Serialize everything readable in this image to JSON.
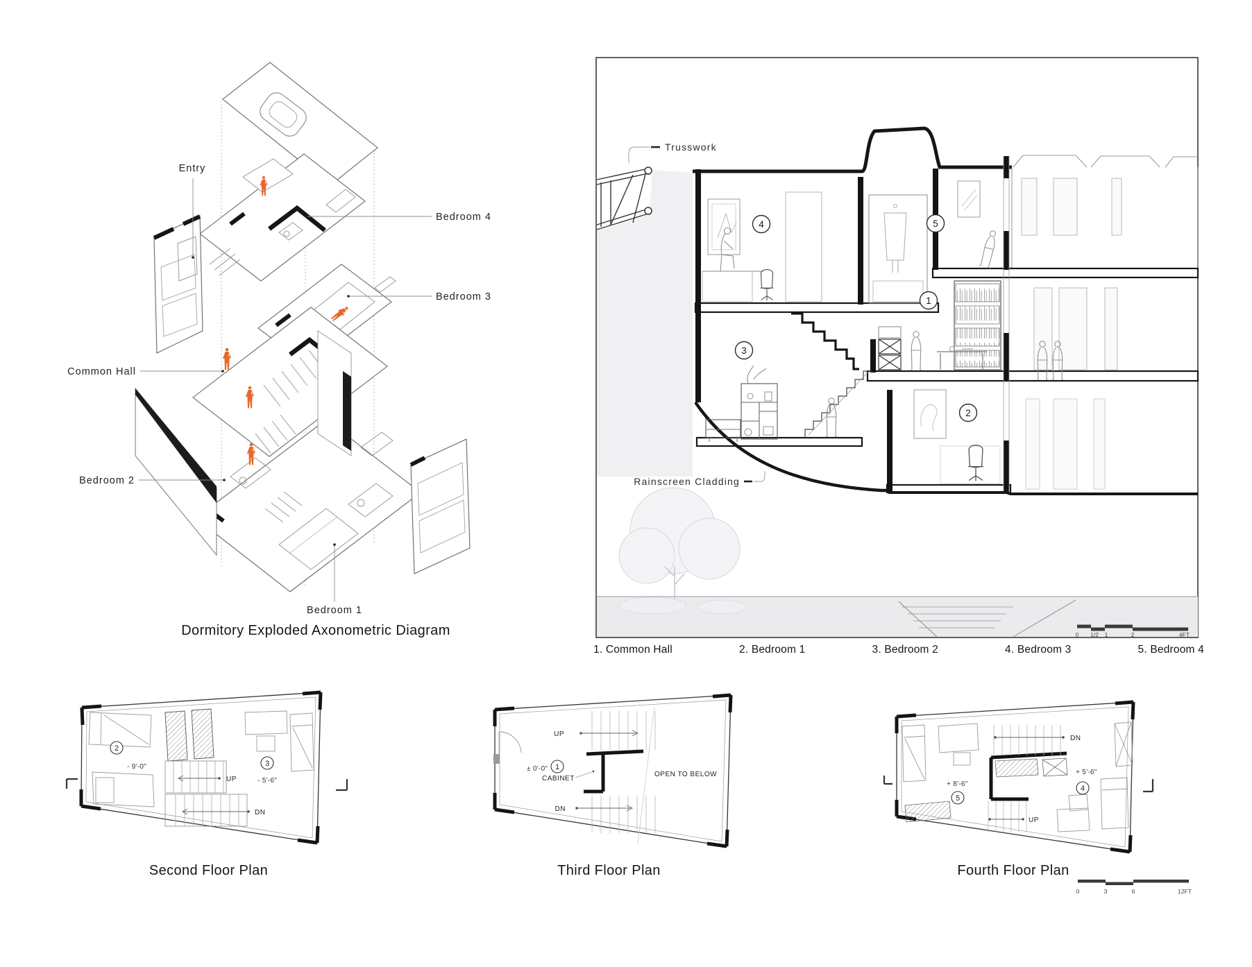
{
  "colors": {
    "accent": "#E7682B",
    "ink": "#1a1a1a",
    "light_fill": "#f0f0f2"
  },
  "axon": {
    "title": "Dormitory Exploded Axonometric Diagram",
    "labels": {
      "entry": "Entry",
      "bedroom4": "Bedroom 4",
      "bedroom3": "Bedroom 3",
      "common_hall": "Common Hall",
      "bedroom2": "Bedroom 2",
      "bedroom1": "Bedroom 1"
    }
  },
  "section": {
    "callouts": {
      "trusswork": "Trusswork",
      "rainscreen": "Rainscreen Cladding"
    },
    "rooms": {
      "r1": "1",
      "r2": "2",
      "r3": "3",
      "r4": "4",
      "r5": "5"
    },
    "scalebar": {
      "t0": "0",
      "t1": "1/2",
      "t2": "1",
      "t3": "2",
      "t4": "4FT"
    },
    "legend": {
      "i1": "1. Common Hall",
      "i2": "2. Bedroom 1",
      "i3": "3. Bedroom 2",
      "i4": "4. Bedroom 3",
      "i5": "5. Bedroom 4"
    }
  },
  "plans": {
    "second": {
      "title": "Second Floor Plan",
      "room2": "2",
      "lvl2": "- 9'-0\"",
      "room3": "3",
      "lvl3": "- 5'-6\"",
      "up": "UP",
      "dn": "DN"
    },
    "third": {
      "title": "Third Floor Plan",
      "up": "UP",
      "lvl": "± 0'-0\"",
      "room1": "1",
      "cabinet": "CABINET",
      "open": "OPEN TO BELOW",
      "dn": "DN"
    },
    "fourth": {
      "title": "Fourth Floor Plan",
      "dn": "DN",
      "lvl4": "+ 5'-6\"",
      "room4": "4",
      "lvl5": "+ 8'-6\"",
      "room5": "5",
      "up": "UP"
    },
    "scalebar": {
      "t0": "0",
      "t1": "3",
      "t2": "6",
      "t3": "12FT"
    }
  }
}
